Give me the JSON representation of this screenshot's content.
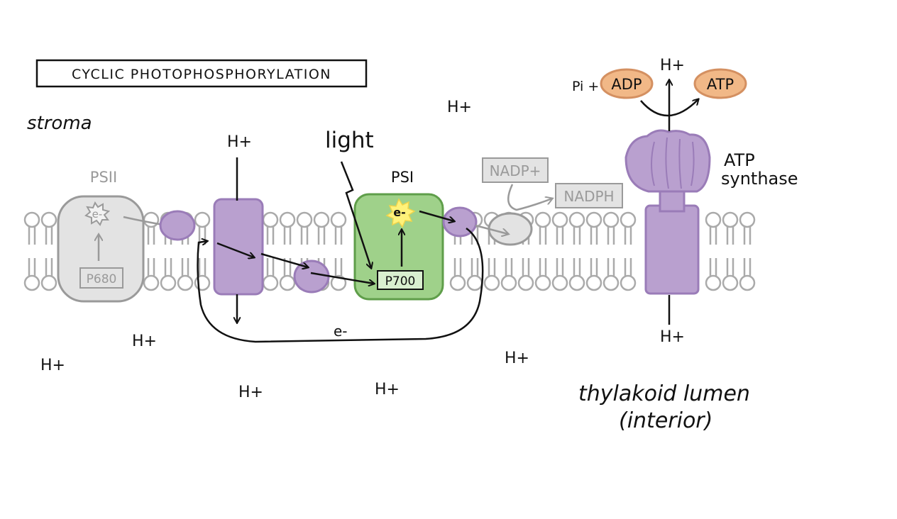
{
  "title": "CYCLIC PHOTOPHOSPHORYLATION",
  "regions": {
    "stroma": "stroma",
    "lumen_line1": "thylakoid lumen",
    "lumen_line2": "(interior)"
  },
  "complexes": {
    "psii": {
      "label": "PSII",
      "electron": "e-",
      "pigment": "P680"
    },
    "psi": {
      "label": "PSI",
      "electron": "e-",
      "pigment": "P700"
    },
    "light": "light",
    "cycle_electron": "e-",
    "nadp": "NADP+",
    "nadph": "NADPH",
    "atp_synthase_line1": "ATP",
    "atp_synthase_line2": "synthase",
    "pi": "Pi +",
    "adp": "ADP",
    "atp": "ATP"
  },
  "protons": {
    "label": "H+"
  },
  "colors": {
    "purple": "#b9a0cf",
    "purple_stroke": "#9a7cb8",
    "green": "#9fd18a",
    "green_stroke": "#5f9e4a",
    "orange": "#f1b887",
    "orange_stroke": "#d49061",
    "grey_fill": "#e3e3e3",
    "grey_stroke": "#9a9a9a",
    "star": "#fff27a"
  }
}
